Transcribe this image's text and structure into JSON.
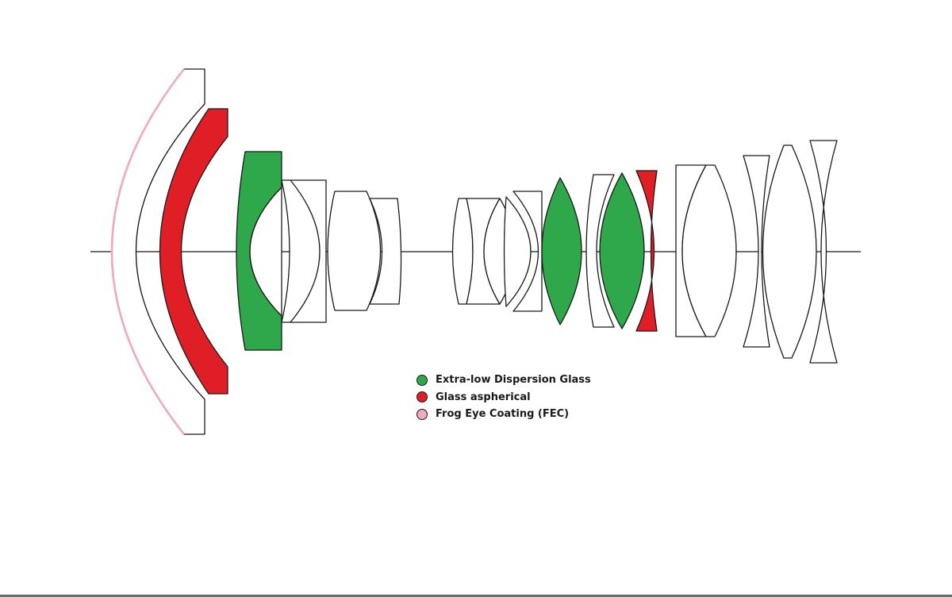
{
  "colors": {
    "ed_glass": "#2ea84a",
    "asph_glass": "#e01e26",
    "fec": "#f0a9be",
    "plain_glass": "#ffffff",
    "outline": "#1a1a1a"
  },
  "legend": {
    "items": [
      {
        "label": "Extra-low Dispersion Glass",
        "color": "#2ea84a"
      },
      {
        "label": "Glass aspherical",
        "color": "#e01e26"
      },
      {
        "label": "Frog Eye Coating (FEC)",
        "color": "#f0a9be"
      }
    ]
  },
  "elements": [
    {
      "id": "1",
      "glass": "plain",
      "coating": "fec"
    },
    {
      "id": "2",
      "glass": "asph"
    },
    {
      "id": "3",
      "glass": "ed"
    },
    {
      "id": "4",
      "glass": "plain"
    },
    {
      "id": "5",
      "glass": "plain"
    },
    {
      "id": "6",
      "glass": "plain"
    },
    {
      "id": "7",
      "glass": "plain"
    },
    {
      "id": "8",
      "glass": "plain"
    },
    {
      "id": "9",
      "glass": "plain"
    },
    {
      "id": "10",
      "glass": "plain"
    },
    {
      "id": "11",
      "glass": "ed"
    },
    {
      "id": "12",
      "glass": "plain"
    },
    {
      "id": "13",
      "glass": "ed"
    },
    {
      "id": "14",
      "glass": "asph"
    },
    {
      "id": "15",
      "glass": "plain"
    },
    {
      "id": "16",
      "glass": "plain"
    },
    {
      "id": "17",
      "glass": "plain"
    },
    {
      "id": "18",
      "glass": "plain"
    },
    {
      "id": "19",
      "glass": "plain"
    }
  ]
}
